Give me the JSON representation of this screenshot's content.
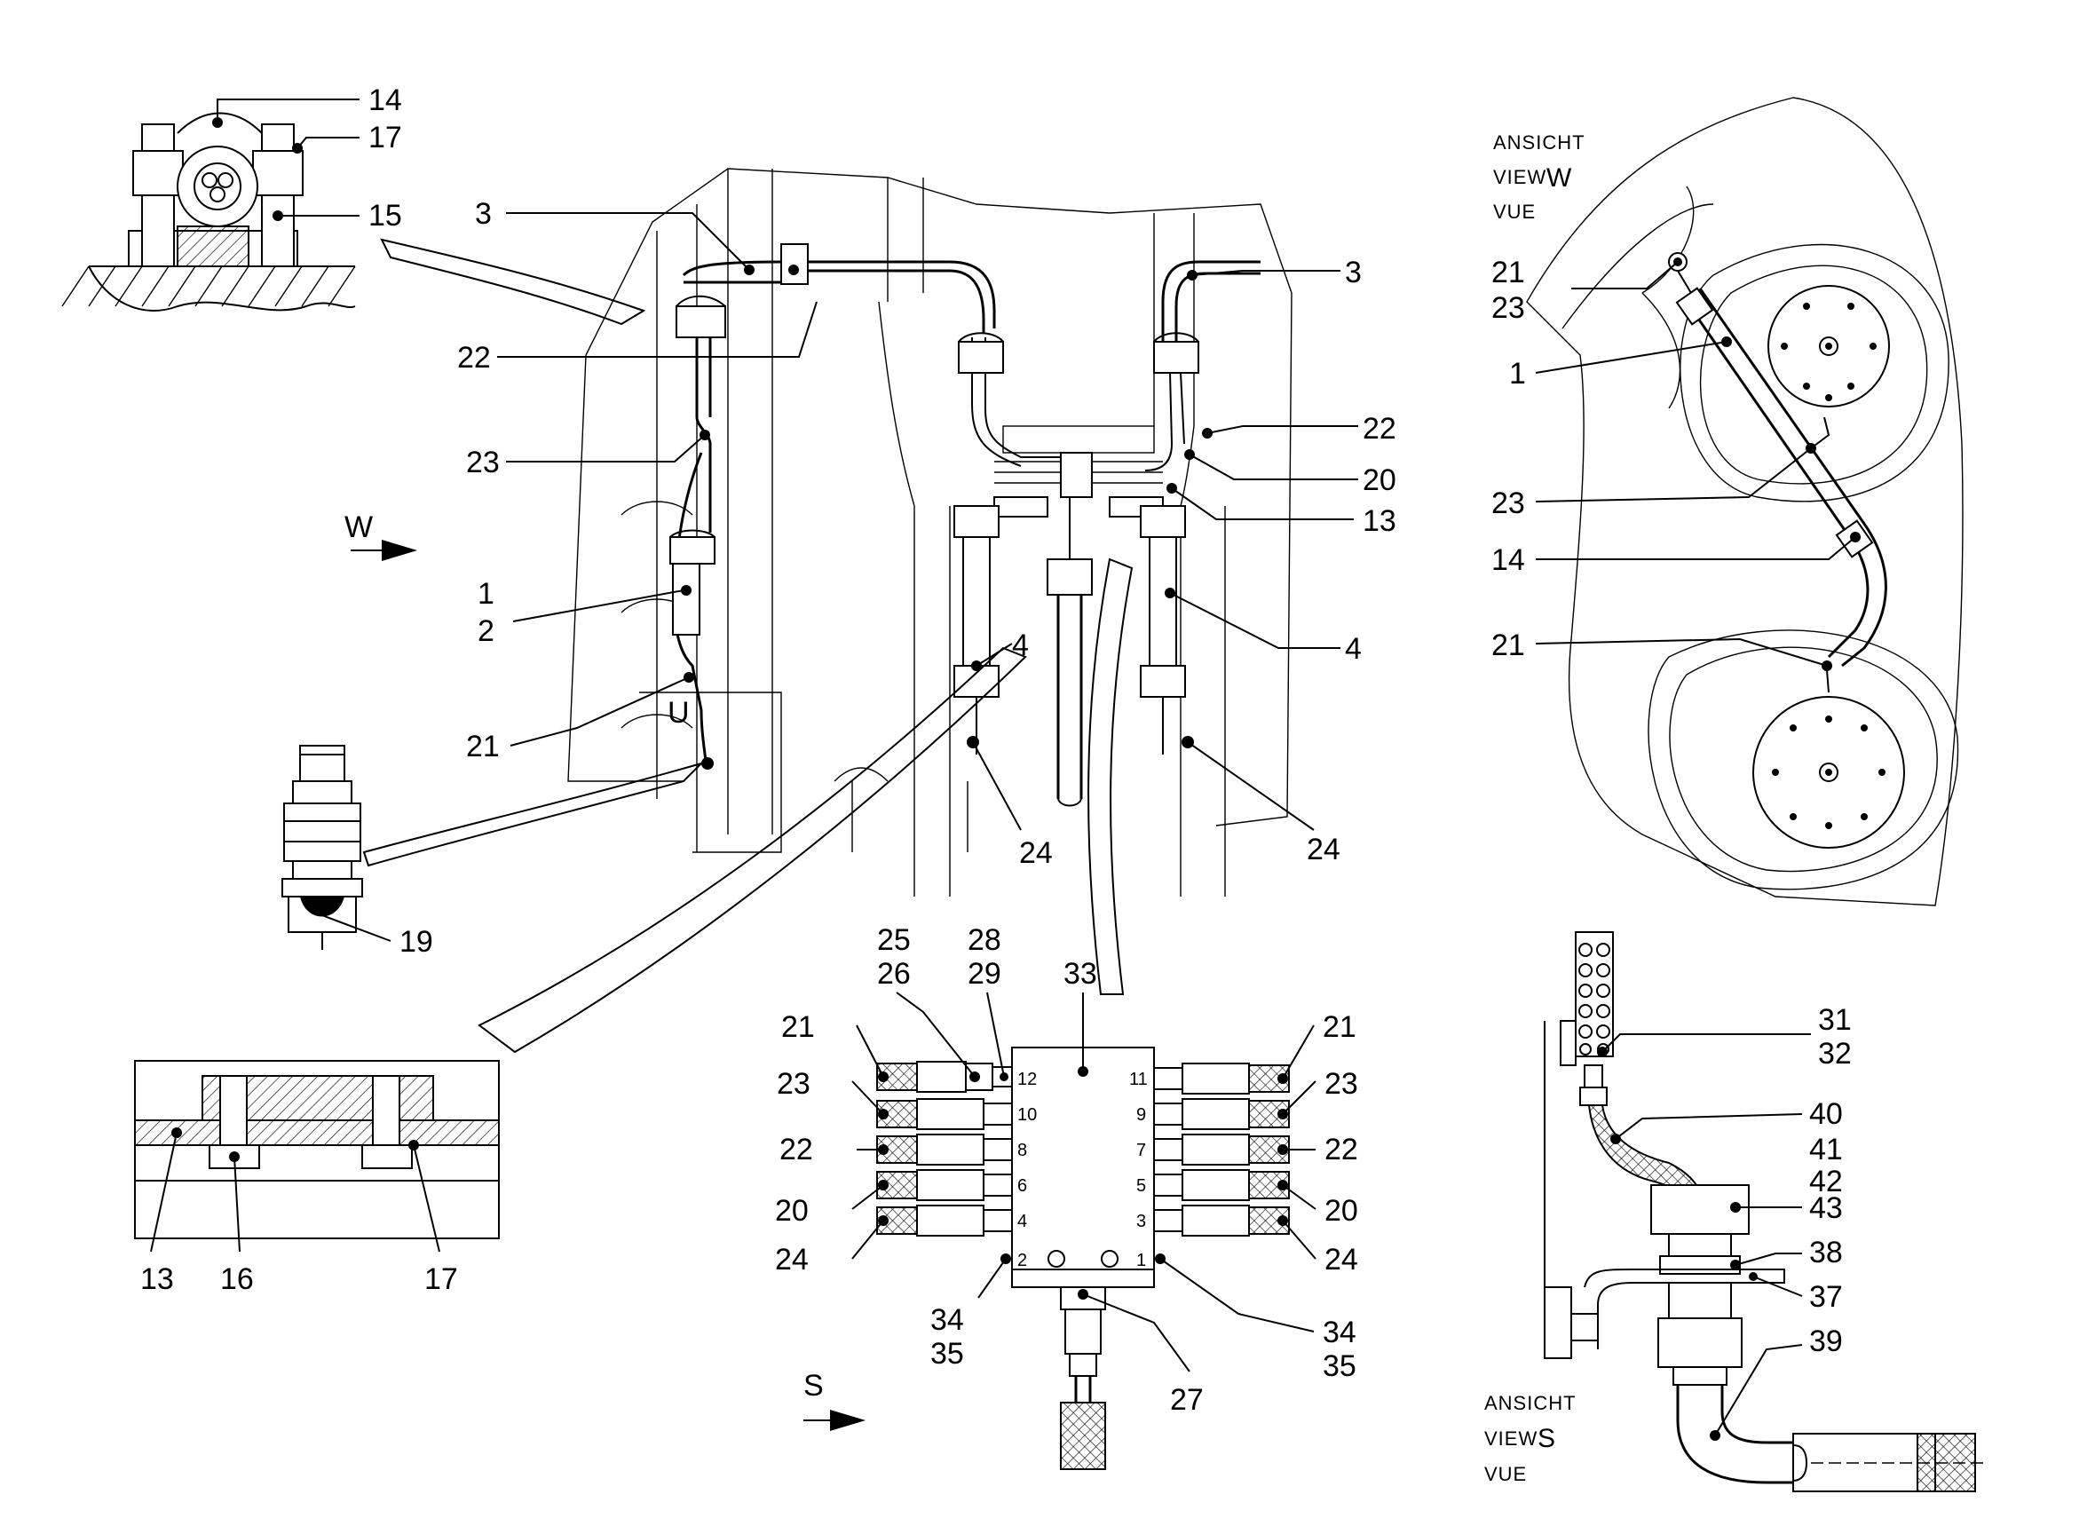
{
  "callouts": {
    "top_left_detail": [
      "14",
      "17",
      "15"
    ],
    "main": {
      "c3_left": "3",
      "c3_right": "3",
      "c22_left": "22",
      "c22_right": "22",
      "c23_left": "23",
      "c20": "20",
      "c13": "13",
      "c1": "1",
      "c2": "2",
      "c21": "21",
      "c4_mid": "4",
      "c4_right": "4",
      "c24_mid": "24",
      "c24_right": "24",
      "c19": "19"
    },
    "plate_detail": [
      "13",
      "16",
      "17"
    ],
    "distributor": {
      "top_25": "25",
      "top_26": "26",
      "top_28": "28",
      "top_29": "29",
      "top_33": "33",
      "left": [
        "21",
        "23",
        "22",
        "20",
        "24"
      ],
      "right": [
        "21",
        "23",
        "22",
        "20",
        "24"
      ],
      "bottom_left_34": "34",
      "bottom_left_35": "35",
      "bottom_right_34": "34",
      "bottom_right_35": "35",
      "bottom_27": "27",
      "ports_left": [
        "12",
        "10",
        "8",
        "6",
        "4",
        "2"
      ],
      "ports_right": [
        "11",
        "9",
        "7",
        "5",
        "3",
        "1"
      ]
    },
    "view_w": {
      "c21a": "21",
      "c23a": "23",
      "c1": "1",
      "c23b": "23",
      "c14": "14",
      "c21b": "21"
    },
    "view_s": {
      "c31": "31",
      "c32": "32",
      "c40": "40",
      "c41": "41",
      "c42": "42",
      "c43": "43",
      "c38": "38",
      "c37": "37",
      "c39": "39"
    }
  },
  "view_markers": {
    "w": "W",
    "u": "U",
    "s": "S"
  },
  "view_w_title": {
    "line1": "ANSICHT",
    "line2": "VIEW",
    "letter": "W",
    "line3": "VUE"
  },
  "view_s_title": {
    "line1": "ANSICHT",
    "line2": "VIEW",
    "letter": "S",
    "line3": "VUE"
  }
}
